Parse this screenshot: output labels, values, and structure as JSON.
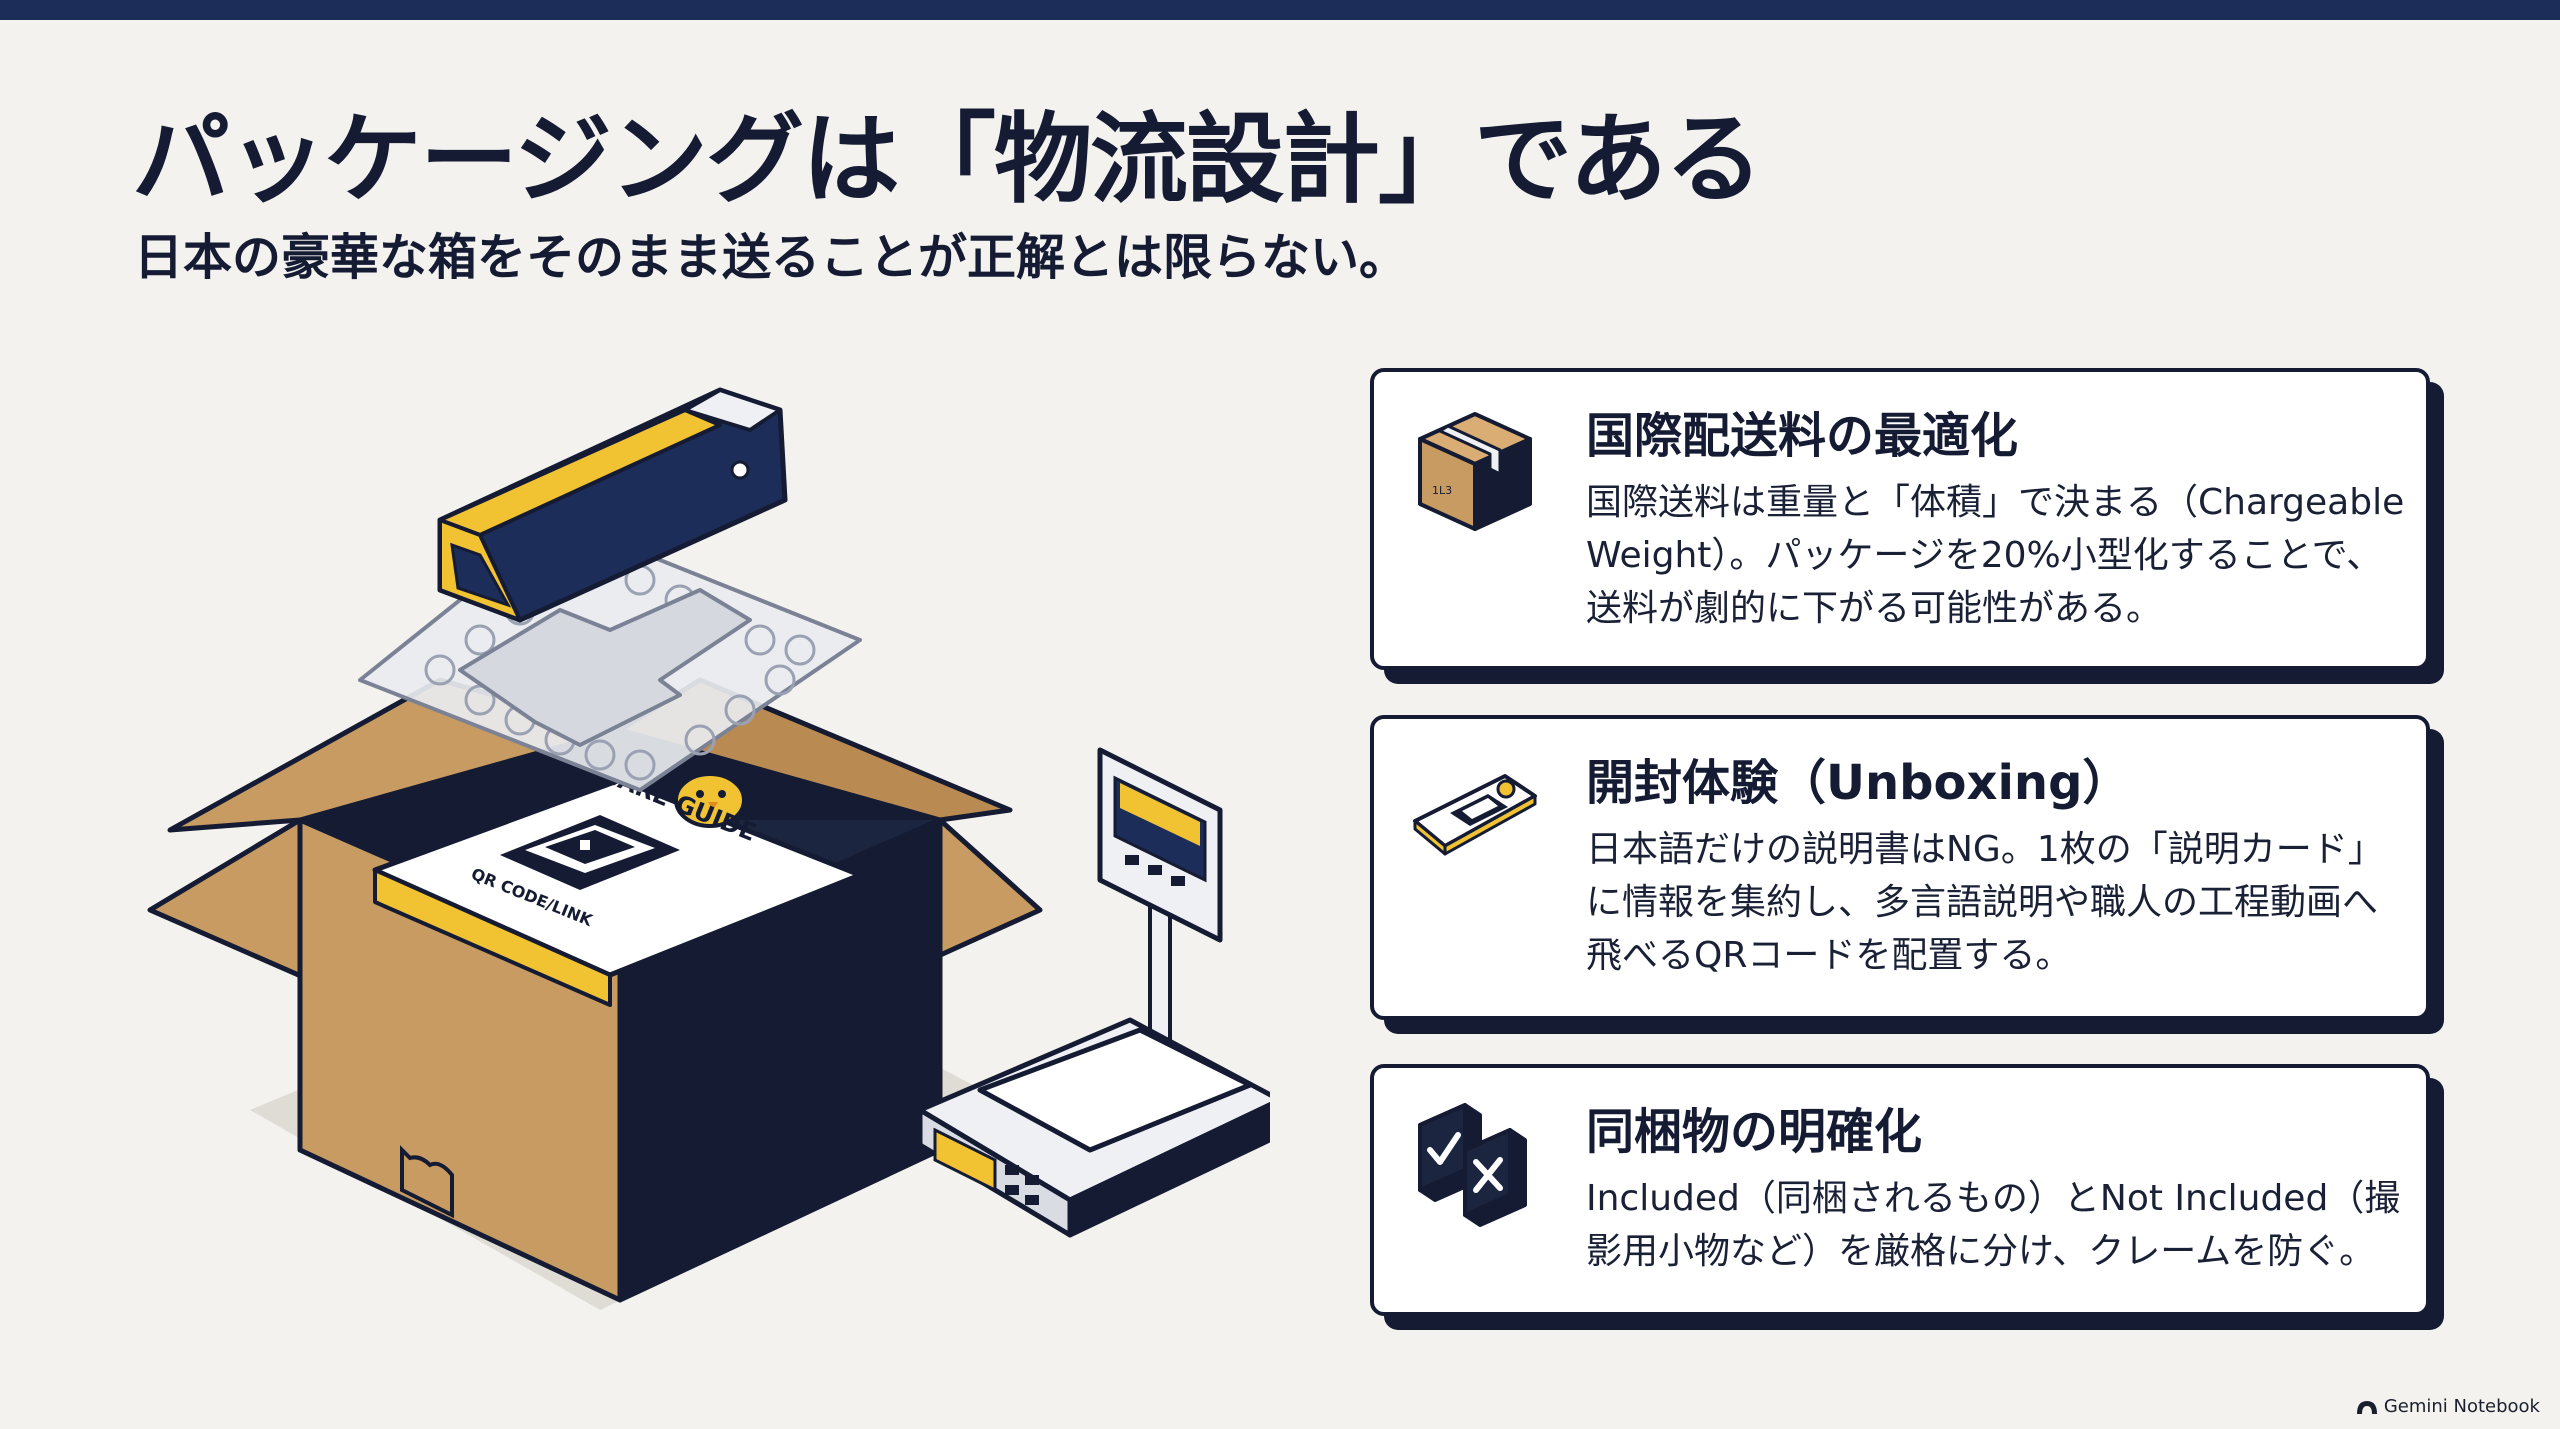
{
  "title": "パッケージングは「物流設計」である",
  "subtitle": "日本の豪華な箱をそのまま送ることが正解とは限らない。",
  "illustration": {
    "card_label": "CARE GUIDE",
    "card_sublabel": "QR CODE/LINK",
    "parcel_label": "1L3"
  },
  "cards": [
    {
      "icon": "cardboard-box-icon",
      "title": "国際配送料の最適化",
      "body": "国際送料は重量と「体積」で決まる（Chargeable Weight）。パッケージを20%小型化することで、送料が劇的に下がる可能性がある。"
    },
    {
      "icon": "instruction-card-qr-icon",
      "title": "開封体験（Unboxing）",
      "body": "日本語だけの説明書はNG。1枚の「説明カード」に情報を集約し、多言語説明や職人の工程動画へ飛べるQRコードを配置する。"
    },
    {
      "icon": "check-cross-cards-icon",
      "title": "同梱物の明確化",
      "body": "Included（同梱されるもの）とNot Included（撮影用小物など）を厳格に分け、クレームを防ぐ。"
    }
  ],
  "footer": {
    "brand": "Gemini Notebook"
  },
  "colors": {
    "navy": "#1c2d5a",
    "ink": "#141b33",
    "yellow": "#f1c232",
    "kraft": "#c79b62",
    "background": "#f3f2ee"
  }
}
